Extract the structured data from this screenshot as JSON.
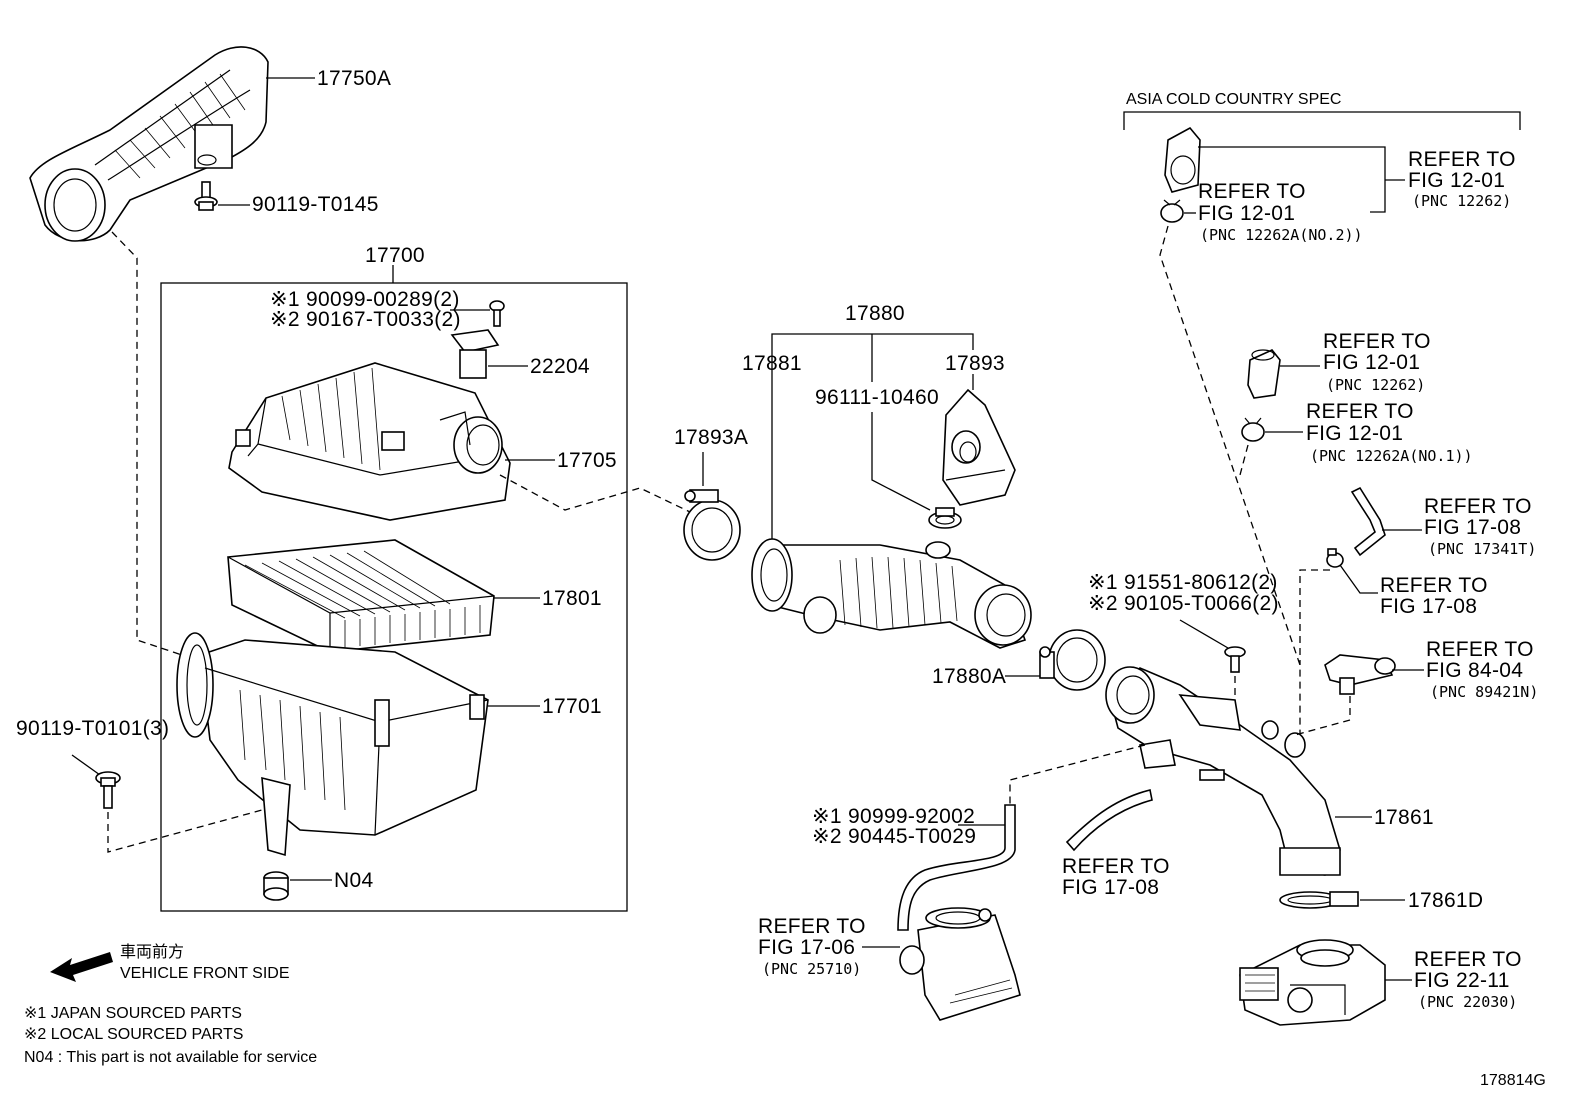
{
  "colors": {
    "line": "#000000",
    "background": "#ffffff"
  },
  "callouts": {
    "p17750A": "17750A",
    "p90119_T0145": "90119-T0145",
    "p17700": "17700",
    "p90099": "※1 90099-00289(2)",
    "p90167": "※2 90167-T0033(2)",
    "p22204": "22204",
    "p17705": "17705",
    "p17801": "17801",
    "p17701": "17701",
    "p90119_T0101": "90119-T0101(3)",
    "pN04": "N04",
    "p17880": "17880",
    "p17881": "17881",
    "p17893": "17893",
    "p96111": "96111-10460",
    "p17893A": "17893A",
    "p17880A": "17880A",
    "p91551": "※1 91551-80612(2)",
    "p90105": "※2 90105-T0066(2)",
    "p17861": "17861",
    "p17861D": "17861D",
    "p90999": "※1 90999-92002",
    "p90445": "※2 90445-T0029",
    "diagram_id": "178814G"
  },
  "asia_spec": {
    "title": "ASIA COLD COUNTRY SPEC",
    "ref_a": [
      "REFER TO",
      "FIG 12-01",
      "(PNC 12262)"
    ],
    "ref_b": [
      "REFER TO",
      "FIG 12-01",
      "(PNC 12262A(NO.2))"
    ]
  },
  "refs": {
    "r1": [
      "REFER TO",
      "FIG 12-01",
      "(PNC 12262)"
    ],
    "r2": [
      "REFER TO",
      "FIG 12-01",
      "(PNC 12262A(NO.1))"
    ],
    "r3": [
      "REFER TO",
      "FIG 17-08",
      "(PNC 17341T)"
    ],
    "r4": [
      "REFER TO",
      "FIG 17-08"
    ],
    "r5": [
      "REFER TO",
      "FIG 84-04",
      "(PNC 89421N)"
    ],
    "r6": [
      "REFER TO",
      "FIG 17-08"
    ],
    "r7": [
      "REFER TO",
      "FIG 17-06",
      "(PNC 25710)"
    ],
    "r8": [
      "REFER TO",
      "FIG 22-11",
      "(PNC 22030)"
    ]
  },
  "legend": {
    "front_jp": "車両前方",
    "front_en": "VEHICLE FRONT SIDE",
    "note1": "※1  JAPAN SOURCED PARTS",
    "note2": "※2  LOCAL SOURCED PARTS",
    "note3": "N04 : This part is not available for service"
  },
  "icons": [
    "front-arrow-icon"
  ]
}
